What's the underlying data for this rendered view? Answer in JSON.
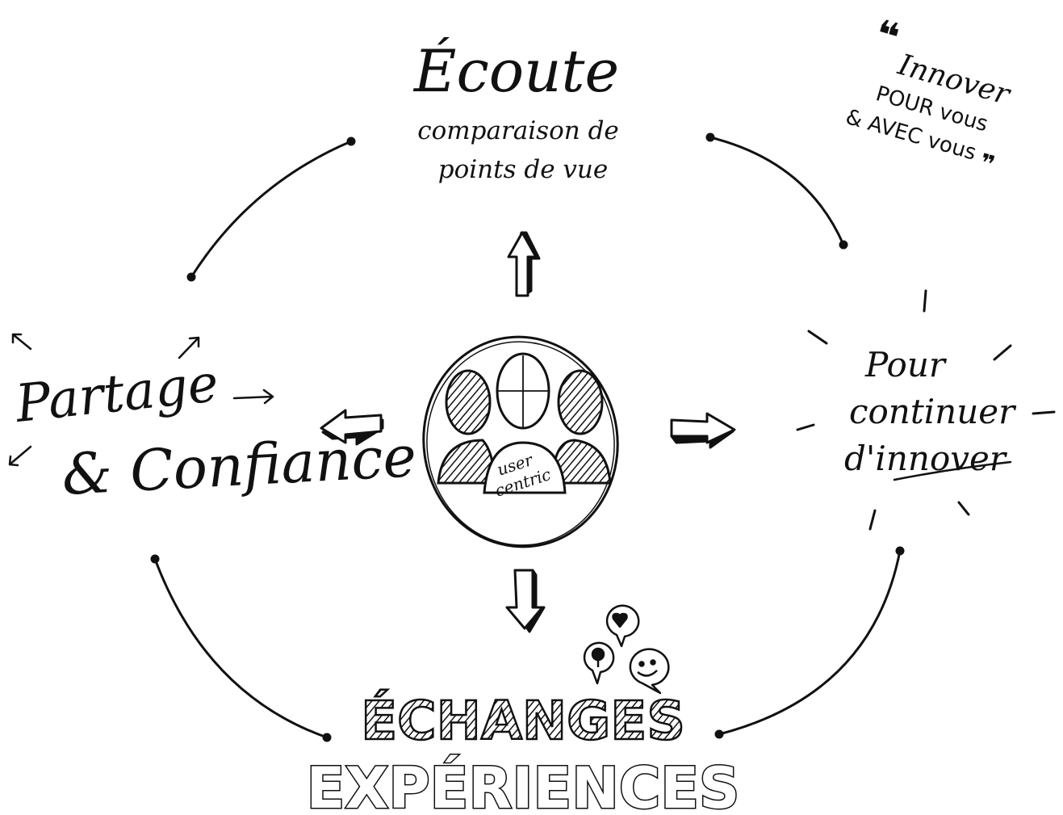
{
  "colors": {
    "ink": "#111111",
    "paper": "#ffffff"
  },
  "top": {
    "title": "Écoute",
    "subtitle_line1": "comparaison de",
    "subtitle_line2": "points de vue"
  },
  "left": {
    "line1": "Partage",
    "line2": "& Confiance"
  },
  "right": {
    "line1": "Pour",
    "line2": "continuer",
    "line3": "d'innover"
  },
  "bottom": {
    "line1": "ÉCHANGES",
    "line2": "EXPÉRIENCES"
  },
  "quote": {
    "open_mark": "❝",
    "line1": "Innover",
    "line2": "POUR vous",
    "line3": "& AVEC vous",
    "close_mark": "❞"
  },
  "center": {
    "line1": "user",
    "line2": "centric",
    "icon": "user-group-icon"
  },
  "icons": {
    "bubbles": [
      "heart-bubble-icon",
      "lightbulb-bubble-icon",
      "smiley-bubble-icon"
    ],
    "arrows": [
      "arrow-up-icon",
      "arrow-left-icon",
      "arrow-right-icon",
      "arrow-down-icon"
    ]
  }
}
